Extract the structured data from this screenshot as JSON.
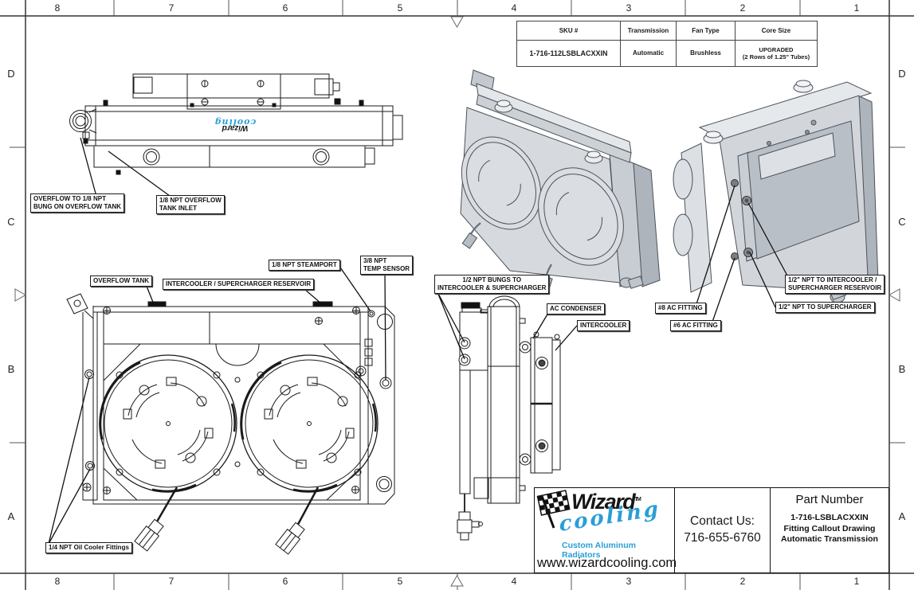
{
  "sheet": {
    "border": {
      "top_numbers": [
        "8",
        "7",
        "6",
        "5",
        "4",
        "3",
        "2",
        "1"
      ],
      "bottom_numbers": [
        "8",
        "7",
        "6",
        "5",
        "4",
        "3",
        "2",
        "1"
      ],
      "left_letters": [
        "D",
        "C",
        "B",
        "A"
      ],
      "right_letters": [
        "D",
        "C",
        "B",
        "A"
      ]
    }
  },
  "spec_table": {
    "headers": {
      "sku": "SKU #",
      "transmission": "Transmission",
      "fan_type": "Fan Type",
      "core_size": "Core Size"
    },
    "values": {
      "sku": "1-716-112LSBLACXXIN",
      "transmission": "Automatic",
      "fan_type": "Brushless",
      "core_size_line1": "UPGRADED",
      "core_size_line2": "(2 Rows of 1.25\" Tubes)"
    }
  },
  "callouts": {
    "overflow_to_bung": "OVERFLOW TO 1/8 NPT\nBUNG ON OVERFLOW TANK",
    "overflow_tank_inlet": "1/8 NPT OVERFLOW\nTANK INLET",
    "overflow_tank": "OVERFLOW TANK",
    "intercooler_supercharger_reservoir": "INTERCOOLER / SUPERCHARGER RESERVOIR",
    "steamport": "1/8 NPT STEAMPORT",
    "temp_sensor": "3/8 NPT\nTEMP SENSOR",
    "npt_bungs": "1/2 NPT BUNGS TO\nINTERCOOLER & SUPERCHARGER",
    "ac_condenser": "AC CONDENSER",
    "intercooler": "INTERCOOLER",
    "ac_fitting_8": "#8 AC FITTING",
    "ac_fitting_6": "#6 AC FITTING",
    "npt_to_intercooler_reservoir": "1/2\" NPT TO INTERCOOLER /\nSUPERCHARGER RESERVOIR",
    "npt_to_supercharger": "1/2\" NPT TO SUPERCHARGER",
    "oil_cooler_fittings": "1/4 NPT Oil Cooler Fittings"
  },
  "title_block": {
    "brand": {
      "name": "Wizard",
      "tm": "TM",
      "script": "cooling",
      "tagline": "Custom Aluminum Radiators",
      "website": "www.wizardcooling.com",
      "blue": "#2a9ed6"
    },
    "contact": {
      "line1": "Contact Us:",
      "line2": "716-655-6760"
    },
    "part": {
      "header": "Part Number",
      "number": "1-716-LSBLACXXIN",
      "line2": "Fitting Callout Drawing",
      "line3": "Automatic Transmission"
    }
  },
  "drawing_logo": {
    "name": "Wizard",
    "script": "cooling"
  }
}
